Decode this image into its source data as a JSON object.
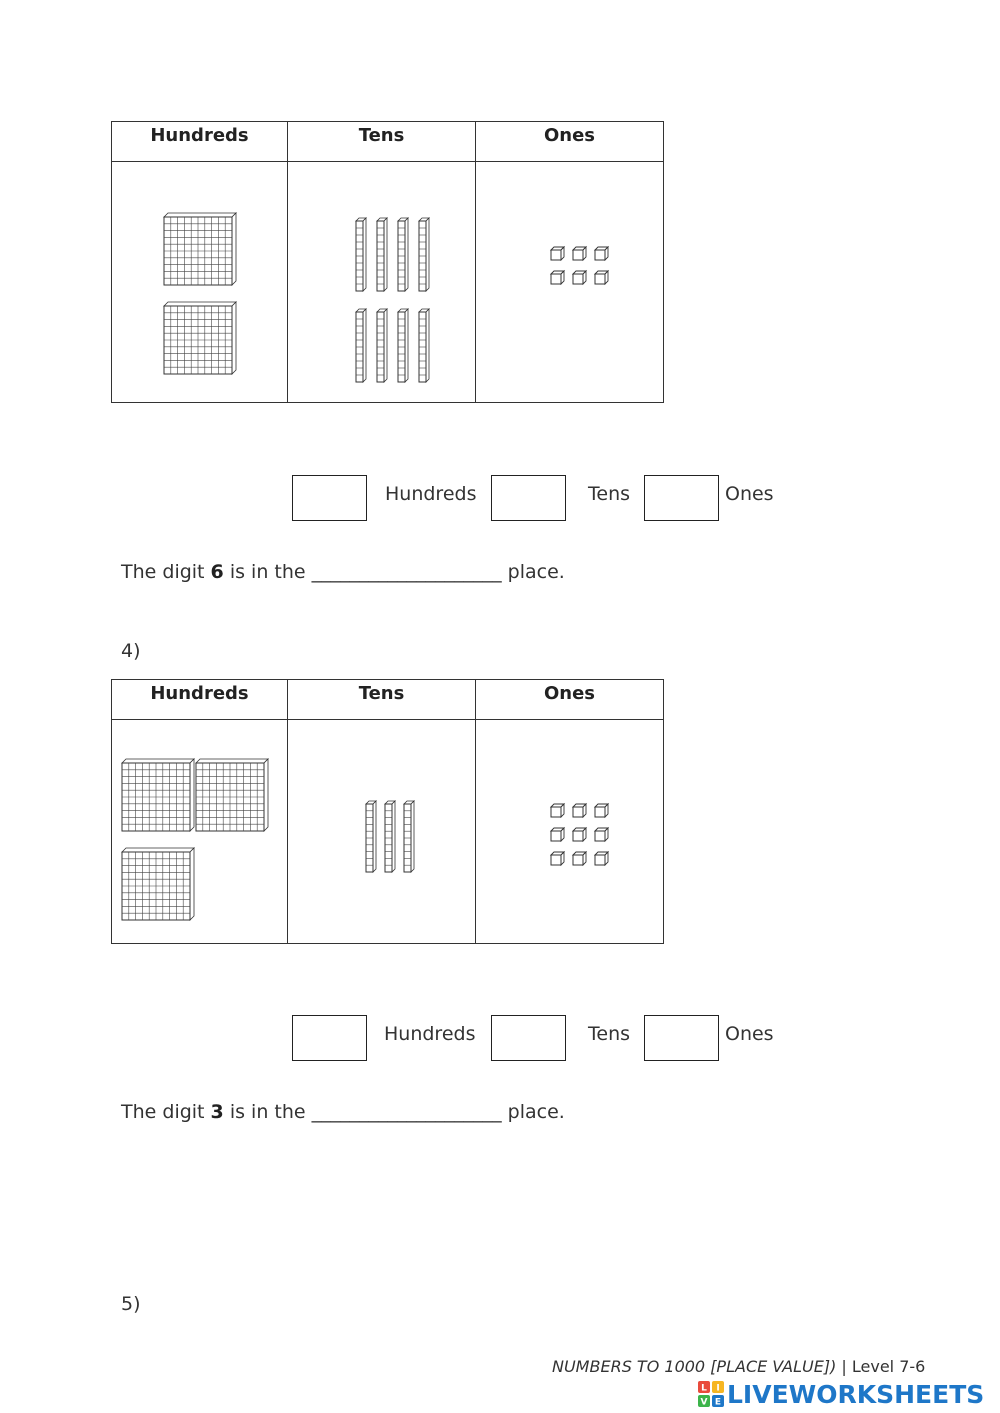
{
  "table_headers": {
    "hundreds": "Hundreds",
    "tens": "Tens",
    "ones": "Ones"
  },
  "q3": {
    "blocks": {
      "hundreds": 2,
      "tens": 8,
      "ones": 6
    },
    "answer_labels": {
      "hundreds": "Hundreds",
      "tens": "Tens",
      "ones": "Ones"
    },
    "sentence": {
      "prefix": "The digit ",
      "digit": "6",
      "middle": " is in the ",
      "blank": "____________________",
      "suffix": " place."
    }
  },
  "q4": {
    "number_label": "4)",
    "blocks": {
      "hundreds": 3,
      "tens": 3,
      "ones": 9
    },
    "answer_labels": {
      "hundreds": "Hundreds",
      "tens": "Tens",
      "ones": "Ones"
    },
    "sentence": {
      "prefix": "The digit ",
      "digit": "3",
      "middle": " is in the ",
      "blank": "____________________",
      "suffix": " place."
    }
  },
  "q5": {
    "number_label": "5)"
  },
  "footer": {
    "title": "NUMBERS TO 1000 [PLACE VALUE])",
    "separator": " | ",
    "level": "Level 7-6",
    "brand": "LIVEWORKSHEETS",
    "logo_letters": [
      "L",
      "I",
      "V",
      "E"
    ],
    "brand_color": "#1e77c8",
    "logo_colors": [
      "#e94b3c",
      "#f6b623",
      "#3cb44a",
      "#1e77c8"
    ]
  }
}
